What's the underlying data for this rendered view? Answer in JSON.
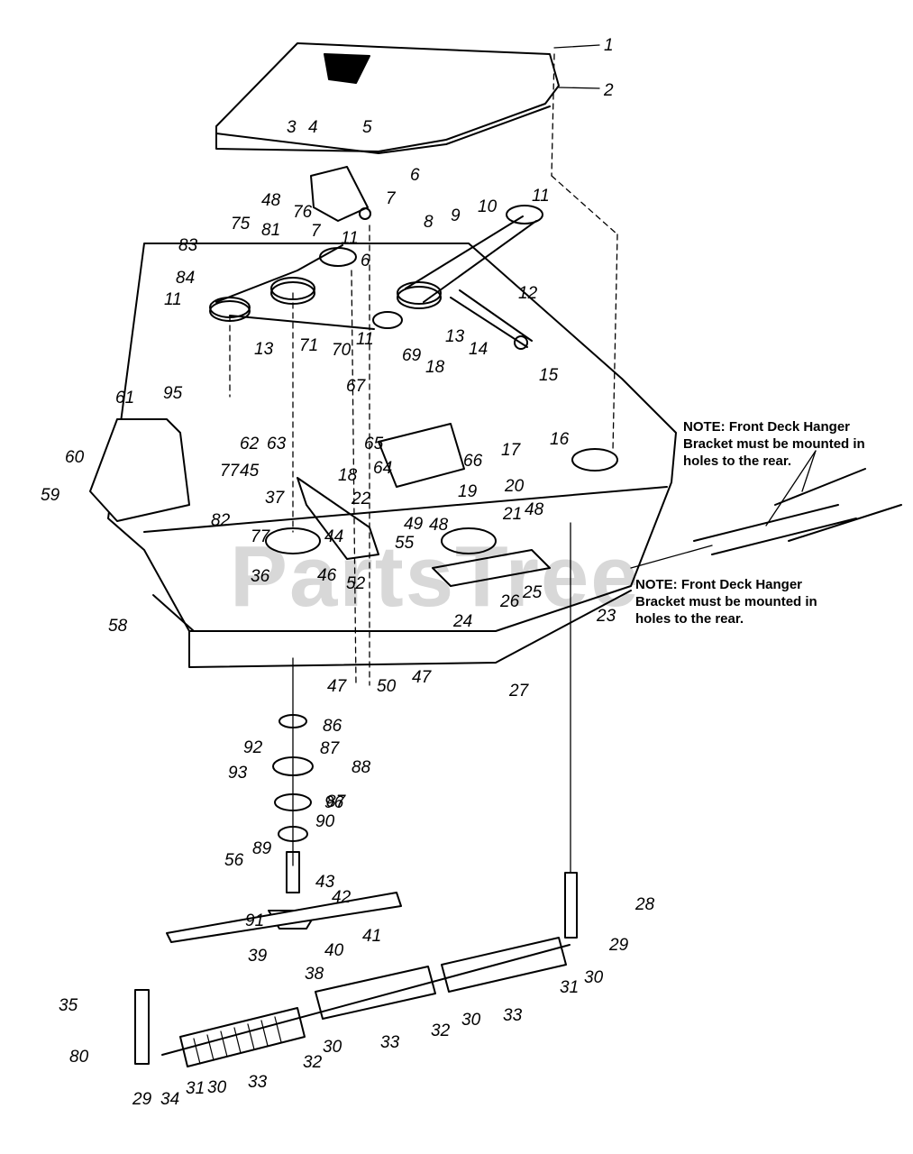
{
  "watermark": "PartsTree",
  "notes": [
    "NOTE: Front Deck Hanger\nBracket must be mounted in\nholes to the rear.",
    "NOTE: Front Deck Hanger\nBracket must be mounted in\nholes to the rear."
  ],
  "callouts": [
    "1",
    "2",
    "3",
    "4",
    "5",
    "6",
    "7",
    "8",
    "9",
    "10",
    "11",
    "12",
    "11",
    "75",
    "76",
    "81",
    "48",
    "83",
    "84",
    "11",
    "13",
    "7",
    "6",
    "71",
    "70",
    "11",
    "13",
    "95",
    "61",
    "60",
    "59",
    "69",
    "18",
    "14",
    "15",
    "67",
    "16",
    "17",
    "62",
    "63",
    "65",
    "77",
    "45",
    "66",
    "18",
    "64",
    "22",
    "20",
    "21",
    "82",
    "37",
    "49",
    "48",
    "19",
    "48",
    "77",
    "44",
    "55",
    "36",
    "46",
    "52",
    "58",
    "24",
    "26",
    "25",
    "23",
    "47",
    "50",
    "47",
    "27",
    "86",
    "87",
    "92",
    "88",
    "93",
    "87",
    "96",
    "90",
    "89",
    "56",
    "43",
    "42",
    "91",
    "41",
    "39",
    "40",
    "38",
    "28",
    "29",
    "31",
    "30",
    "35",
    "80",
    "29",
    "34",
    "31",
    "30",
    "33",
    "32",
    "30",
    "33",
    "32",
    "30",
    "33"
  ]
}
